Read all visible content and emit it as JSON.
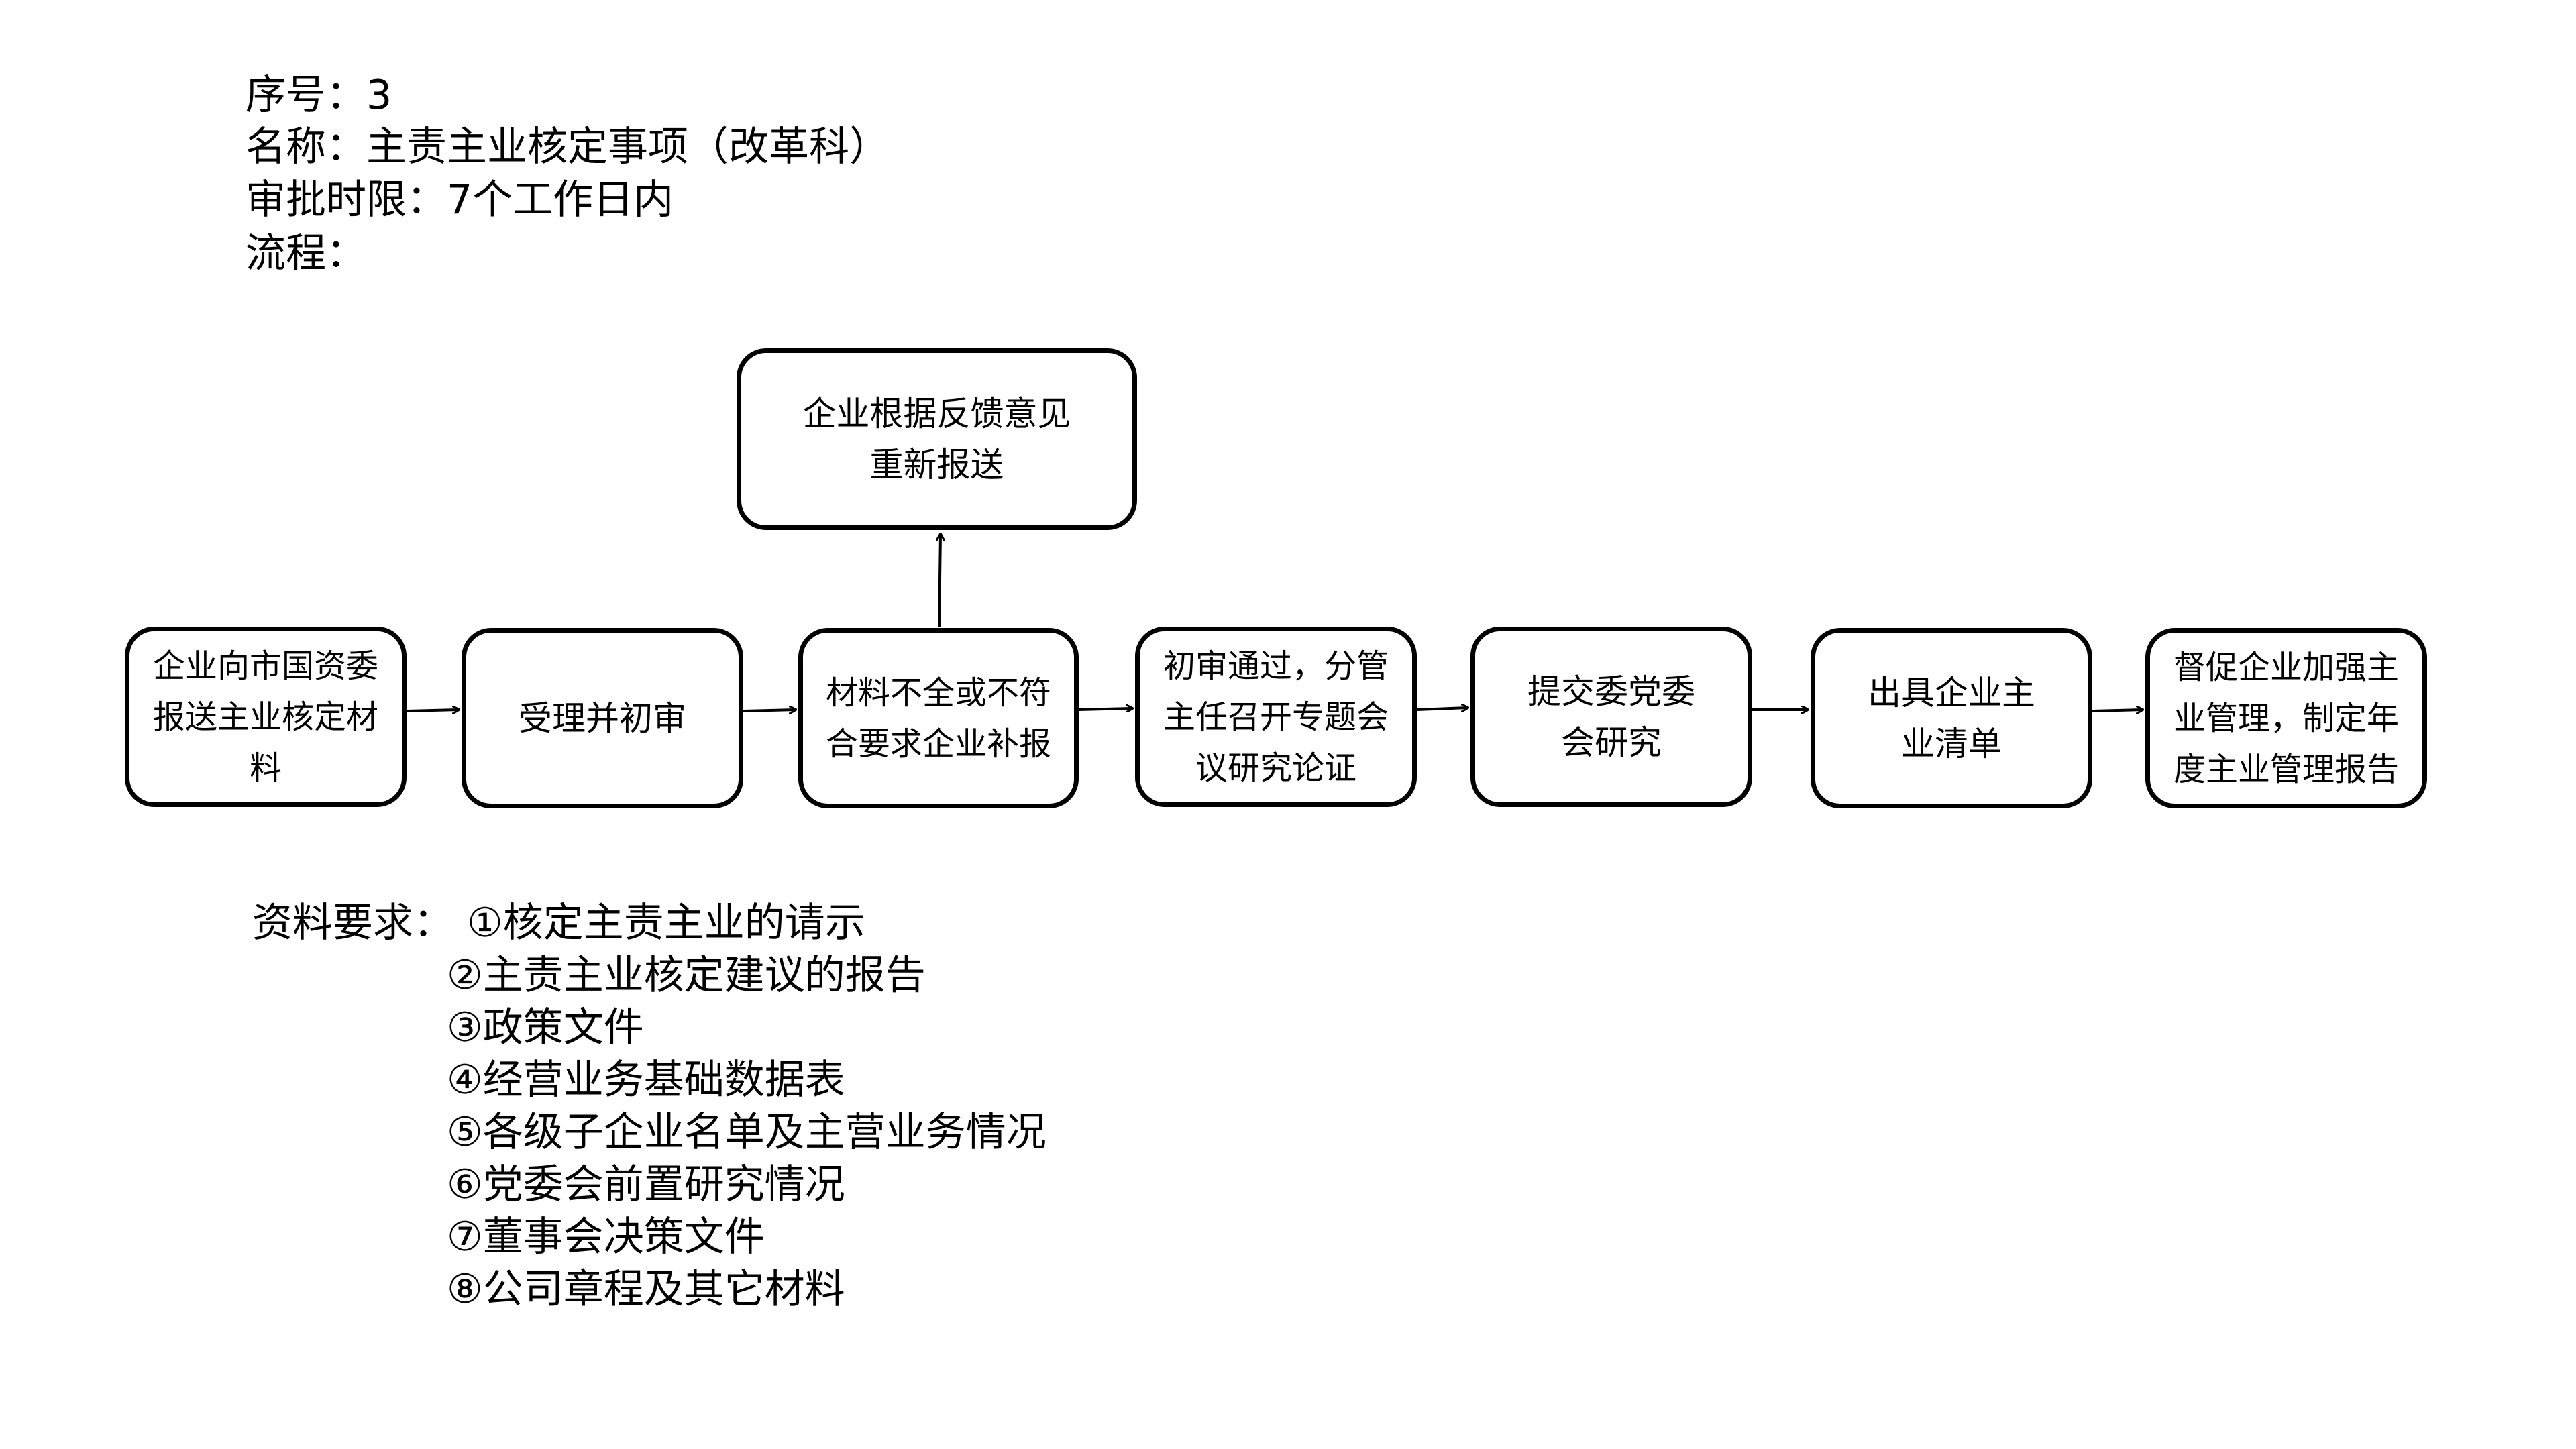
{
  "header": {
    "serial": "序号：3",
    "name": "名称：主责主业核定事项（改革科）",
    "time_limit": "审批时限：7个工作日内",
    "process_label": "流程："
  },
  "flow": {
    "resubmit": "企业根据反馈意见重新报送",
    "steps": [
      "企业向市国资委报送主业核定材料",
      "受理并初审",
      "材料不全或不符合要求企业补报",
      "初审通过，分管主任召开专题会议研究论证",
      "提交委党委会研究",
      "出具企业主业清单",
      "督促企业加强主业管理，制定年度主业管理报告"
    ]
  },
  "requirements": {
    "label": "资料要求：",
    "items": [
      "①核定主责主业的请示",
      "②主责主业核定建议的报告",
      "③政策文件",
      "④经营业务基础数据表",
      "⑤各级子企业名单及主营业务情况",
      "⑥党委会前置研究情况",
      "⑦董事会决策文件",
      "⑧公司章程及其它材料"
    ]
  }
}
